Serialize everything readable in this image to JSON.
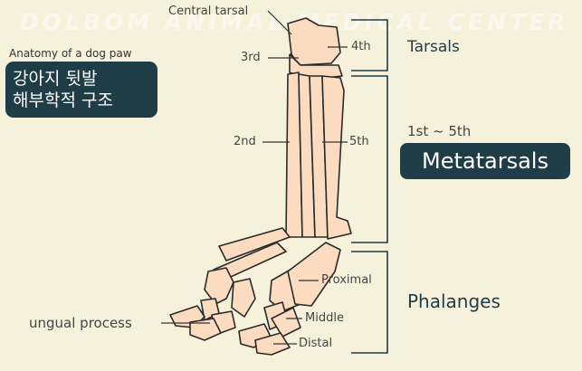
{
  "watermark": "DOLBOM ANIMAL MEDICAL CENTER",
  "header": {
    "subtitle": "Anatomy of a dog paw",
    "title_line1": "강아지 뒷발",
    "title_line2": "해부학적 구조"
  },
  "labels": {
    "central_tarsal": "Central tarsal",
    "third": "3rd",
    "fourth": "4th",
    "second": "2nd",
    "fifth": "5th",
    "proximal": "Proximal",
    "middle": "Middle",
    "distal": "Distal",
    "ungual": "ungual process"
  },
  "groups": {
    "tarsals": "Tarsals",
    "metatarsals_range": "1st ~ 5th",
    "metatarsals": "Metatarsals",
    "phalanges": "Phalanges"
  },
  "colors": {
    "bone": "#fbdcc0",
    "accent": "#1f3d46",
    "background": "#f6f1da"
  }
}
